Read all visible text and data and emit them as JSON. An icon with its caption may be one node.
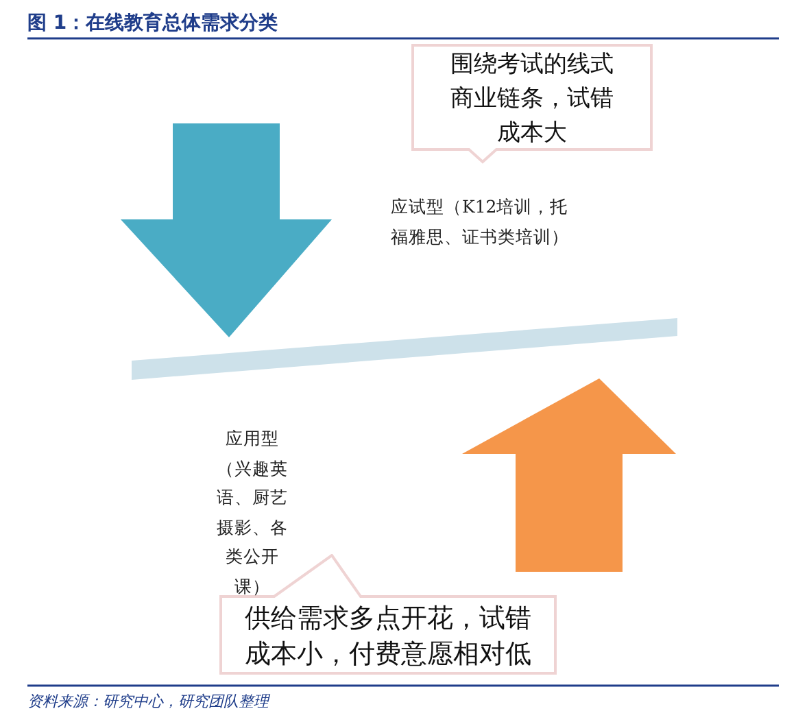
{
  "diagram": {
    "title": "图 1：在线教育总体需求分类",
    "caption": "资料来源：研究中心，研究团队整理",
    "nodes": [
      {
        "text": [
          "围绕考试的线式商业链条，试错成本大"
        ]
      },
      {
        "text": [
          "供给需求多点开花，试错成本小，付费意愿相对低"
        ]
      }
    ],
    "labels": [
      "应试型（K12培训，托福雅思、证书类培训）",
      "应用型（兴趣英语、厨艺摄影、各类公开课）"
    ]
  }
}
